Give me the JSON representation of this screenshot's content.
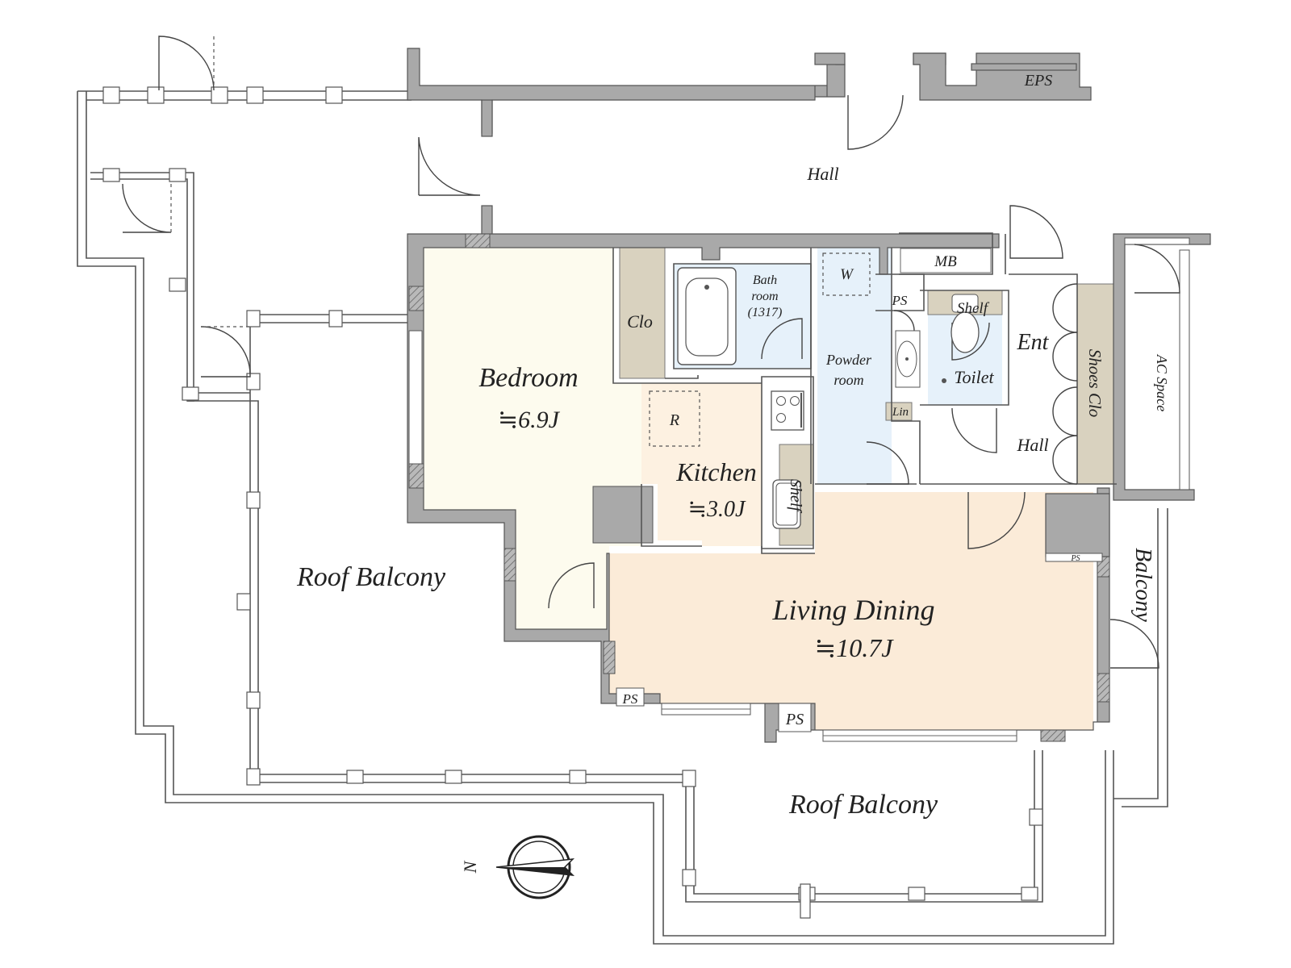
{
  "colors": {
    "bedroom": "#fdfbee",
    "kitchen": "#fdf1e1",
    "living": "#fbebd8",
    "wet": "#e6f1fa",
    "storage": "#d9d2bf",
    "wall": "#a9a9a9",
    "hatch": "#777777"
  },
  "labels": {
    "hall_top": "Hall",
    "eps": "EPS",
    "mb": "MB",
    "ps_top": "PS",
    "w": "W",
    "bath1": "Bath",
    "bath2": "room",
    "bath3": "(1317)",
    "clo": "Clo",
    "powder1": "Powder",
    "powder2": "room",
    "shelf_top": "Shelf",
    "ent": "Ent",
    "toilet": "Toilet",
    "shoes_clo": "Shoes Clo",
    "ac_space": "AC Space",
    "bedroom": "Bedroom",
    "bedroom_area": "≒6.9J",
    "r": "R",
    "kitchen": "Kitchen",
    "kitchen_area": "≒3.0J",
    "shelf_kitchen": "Shelf",
    "lin": "Lin",
    "hall_inner": "Hall",
    "ps_small": "PS",
    "balcony": "Balcony",
    "roof_balcony_left": "Roof Balcony",
    "living": "Living Dining",
    "living_area": "≒10.7J",
    "ps_left": "PS",
    "ps_bottom": "PS",
    "roof_balcony_bottom": "Roof Balcony",
    "north": "N"
  },
  "icons": [
    "compass-icon",
    "bathtub-icon",
    "cooktop-icon",
    "sink-icon",
    "washbasin-icon",
    "toilet-icon"
  ]
}
